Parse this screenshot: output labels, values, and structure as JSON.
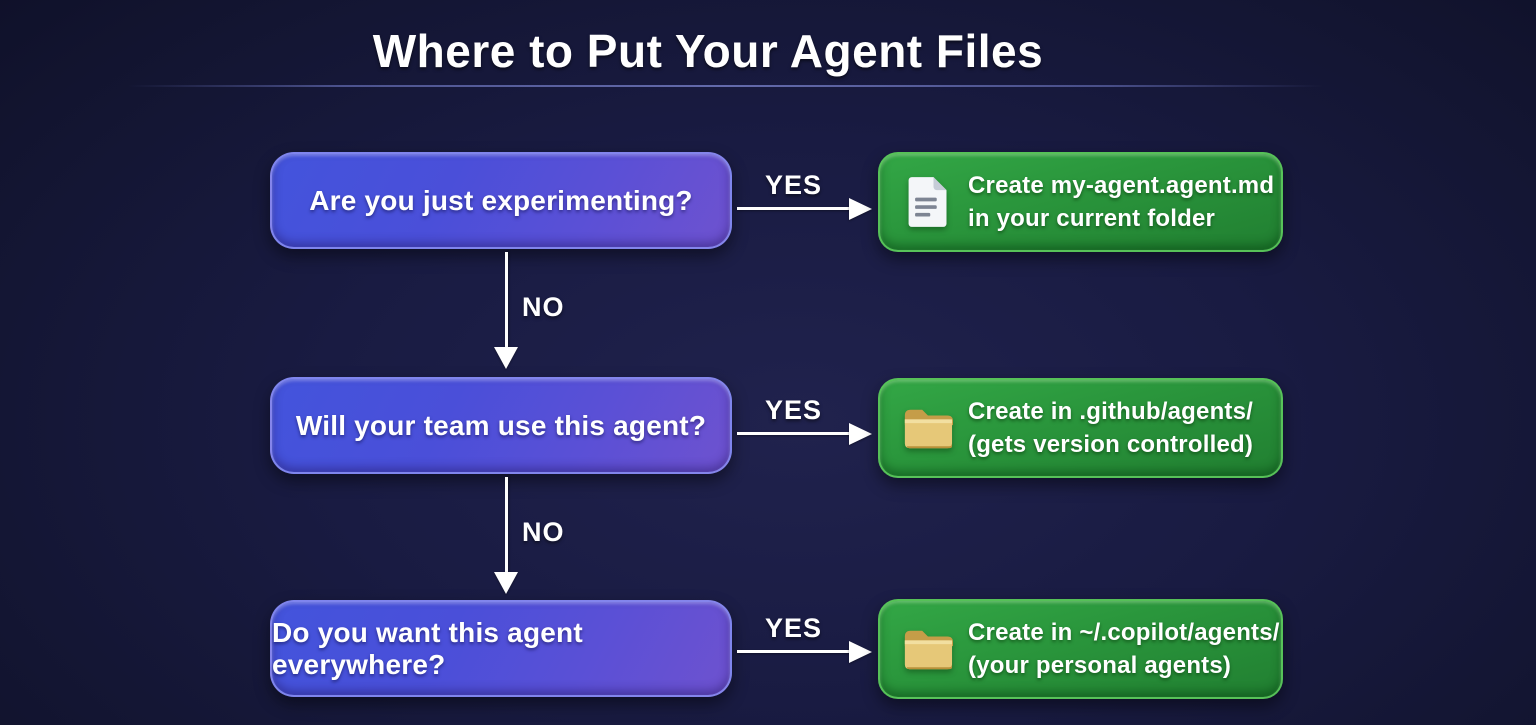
{
  "title": "Where to Put Your Agent Files",
  "colors": {
    "background": "#14163a",
    "question_box_start": "#4354dc",
    "question_box_end": "#6e52cf",
    "answer_box_start": "#33a746",
    "answer_box_end": "#217f31",
    "arrow": "#ffffff",
    "folder_icon": "#e6c878",
    "document_icon": "#f4f6f9"
  },
  "rows": [
    {
      "question": "Are you just experimenting?",
      "yes_label": "YES",
      "icon": "document-icon",
      "answer_line1": "Create my-agent.agent.md",
      "answer_line2": "in your current folder"
    },
    {
      "question": "Will your team use this agent?",
      "yes_label": "YES",
      "icon": "folder-icon",
      "answer_line1": "Create in .github/agents/",
      "answer_line2": "(gets version controlled)"
    },
    {
      "question": "Do you want this agent everywhere?",
      "yes_label": "YES",
      "icon": "folder-icon",
      "answer_line1": "Create in ~/.copilot/agents/",
      "answer_line2": "(your personal agents)"
    }
  ],
  "no_labels": [
    "NO",
    "NO"
  ]
}
